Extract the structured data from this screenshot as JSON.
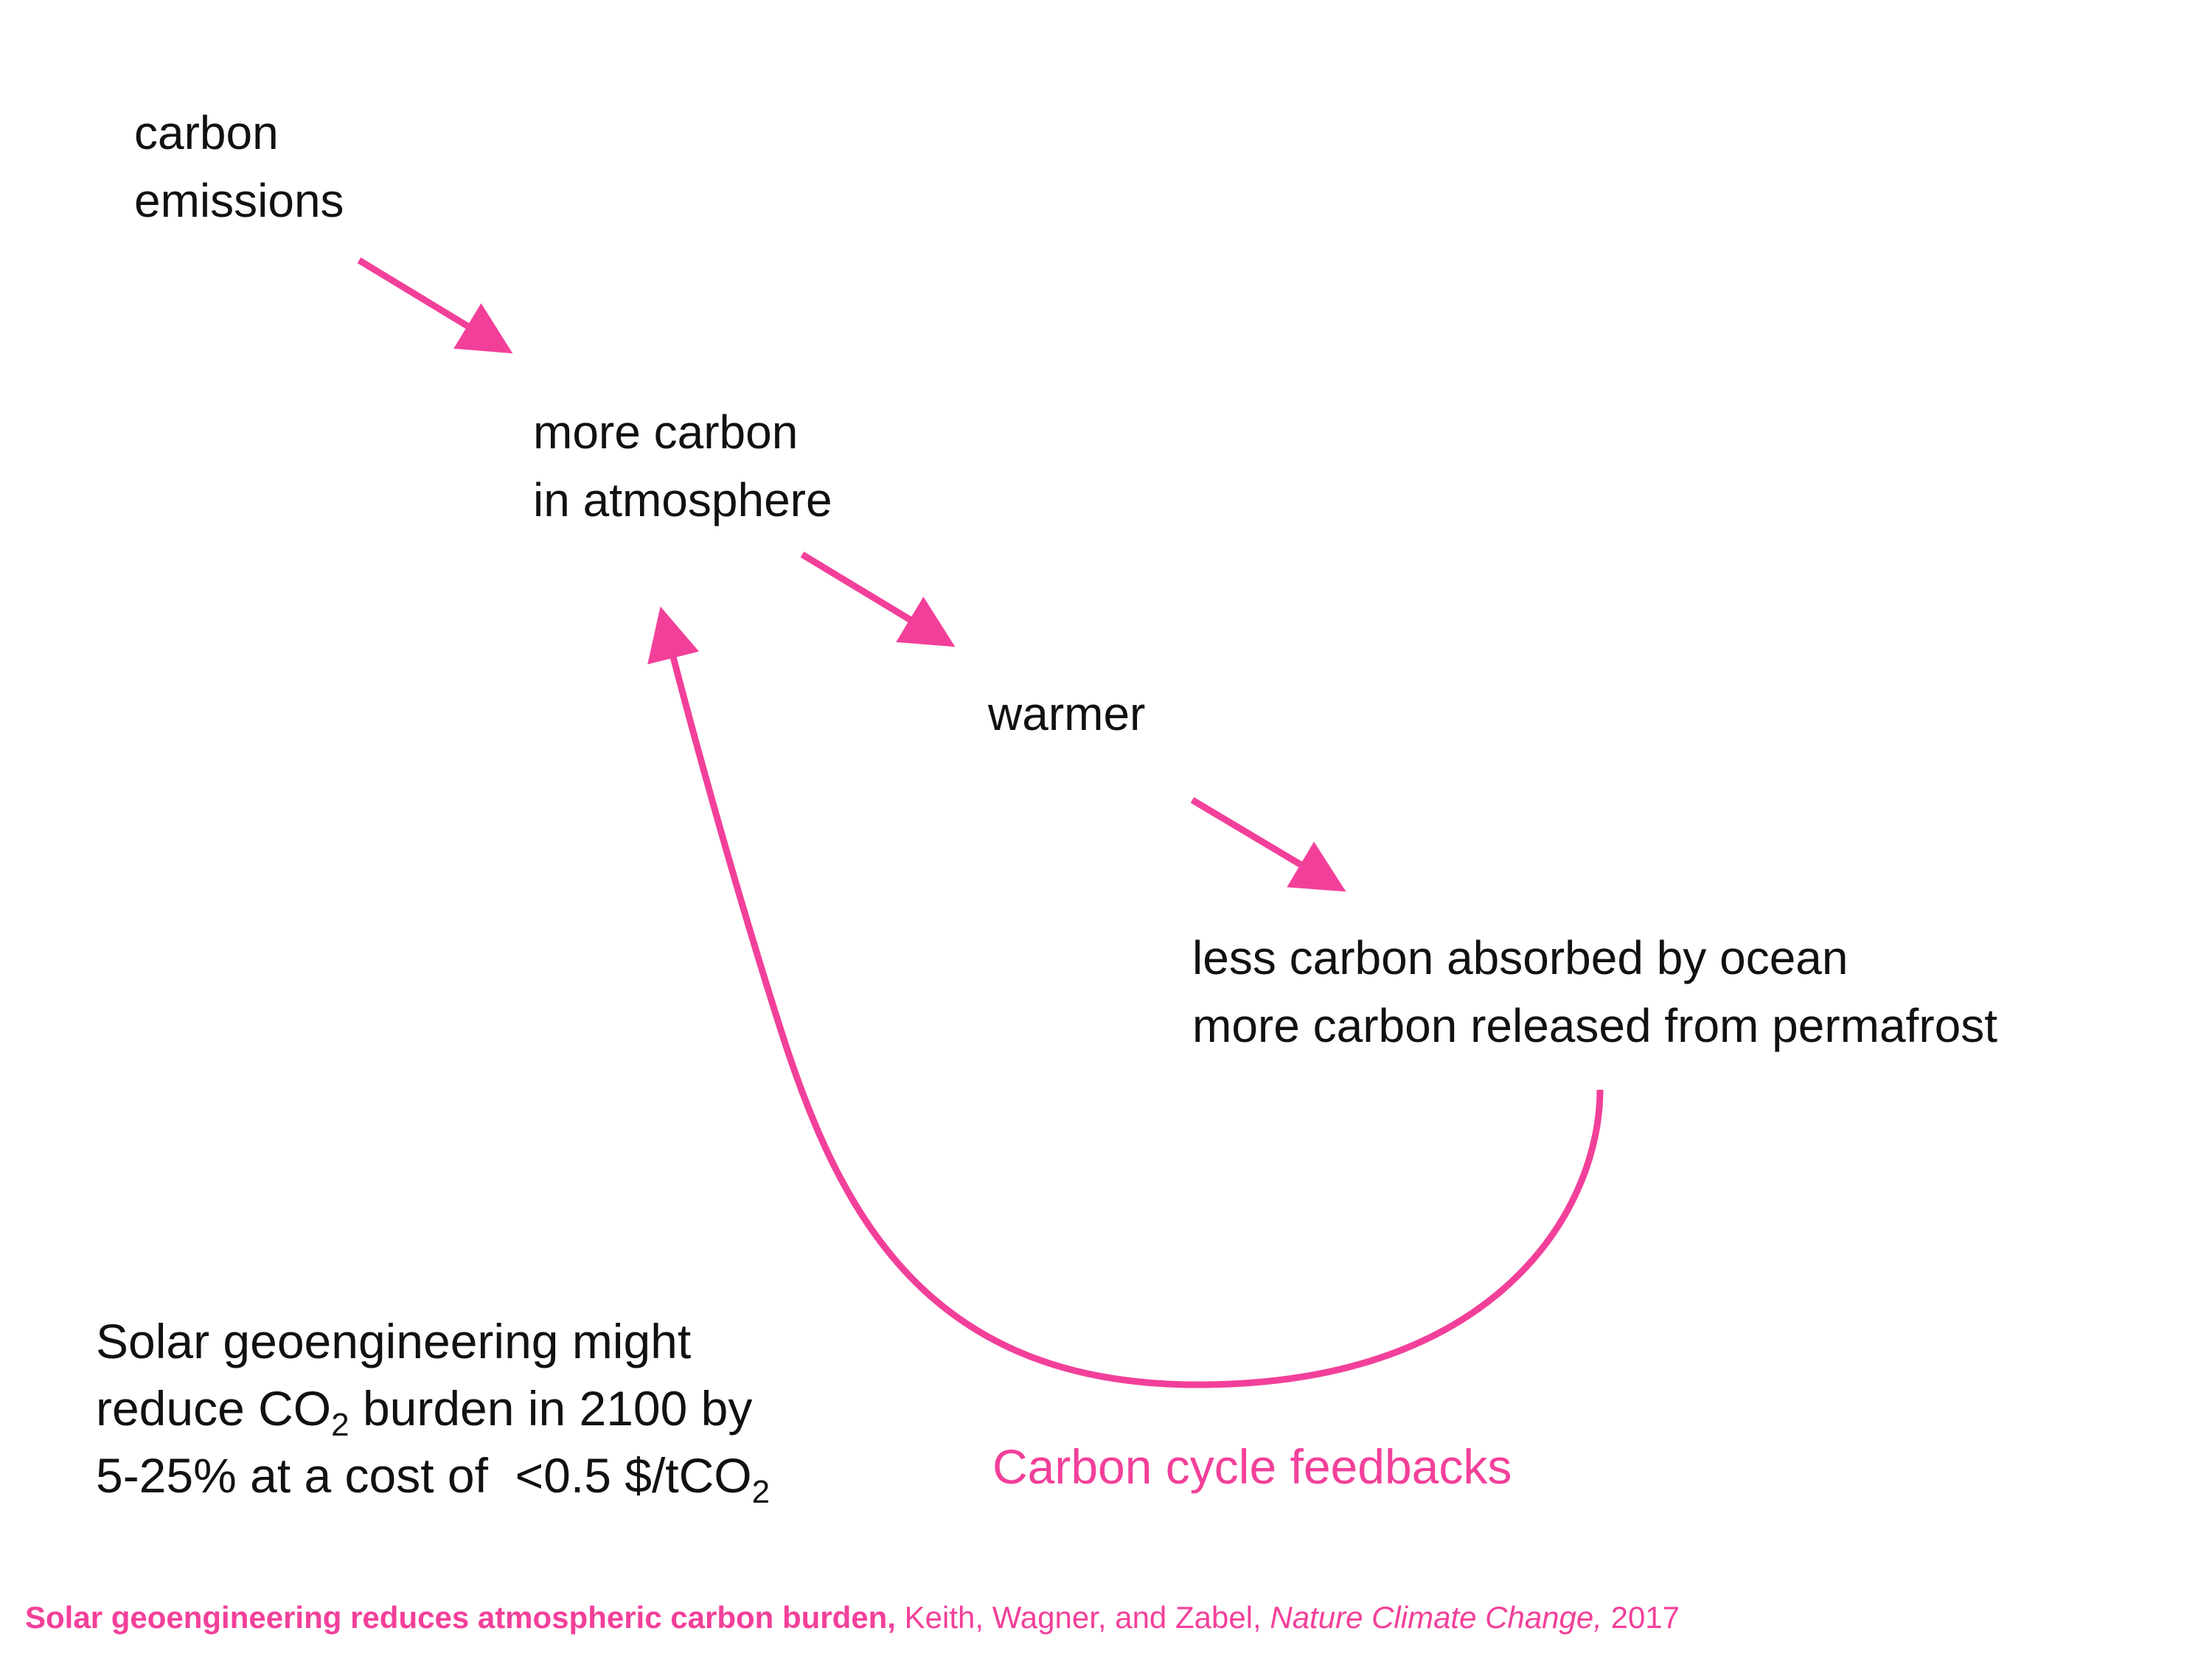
{
  "colors": {
    "accent": "#f2409a",
    "text": "#111111",
    "background": "#ffffff"
  },
  "nodes": {
    "emissions": [
      "carbon",
      "emissions"
    ],
    "atmosphere": [
      "more carbon",
      "in atmosphere"
    ],
    "warmer": [
      "warmer"
    ],
    "effects": [
      "less carbon absorbed by ocean",
      "more carbon released from permafrost"
    ]
  },
  "loop_label": "Carbon cycle feedbacks",
  "estimate": {
    "line1": "Solar geoengineering might",
    "line2_pre": "reduce CO",
    "line2_sub": "2",
    "line2_post": " burden in 2100 by",
    "line3_pre": "5-25% at a cost of  <0.5 $/tCO",
    "line3_sub": "2"
  },
  "citation": {
    "title": "Solar geoengineering reduces atmospheric carbon burden,",
    "authors": " Keith, Wagner, and Zabel, ",
    "journal": "Nature Climate Change,",
    "year": " 2017"
  }
}
